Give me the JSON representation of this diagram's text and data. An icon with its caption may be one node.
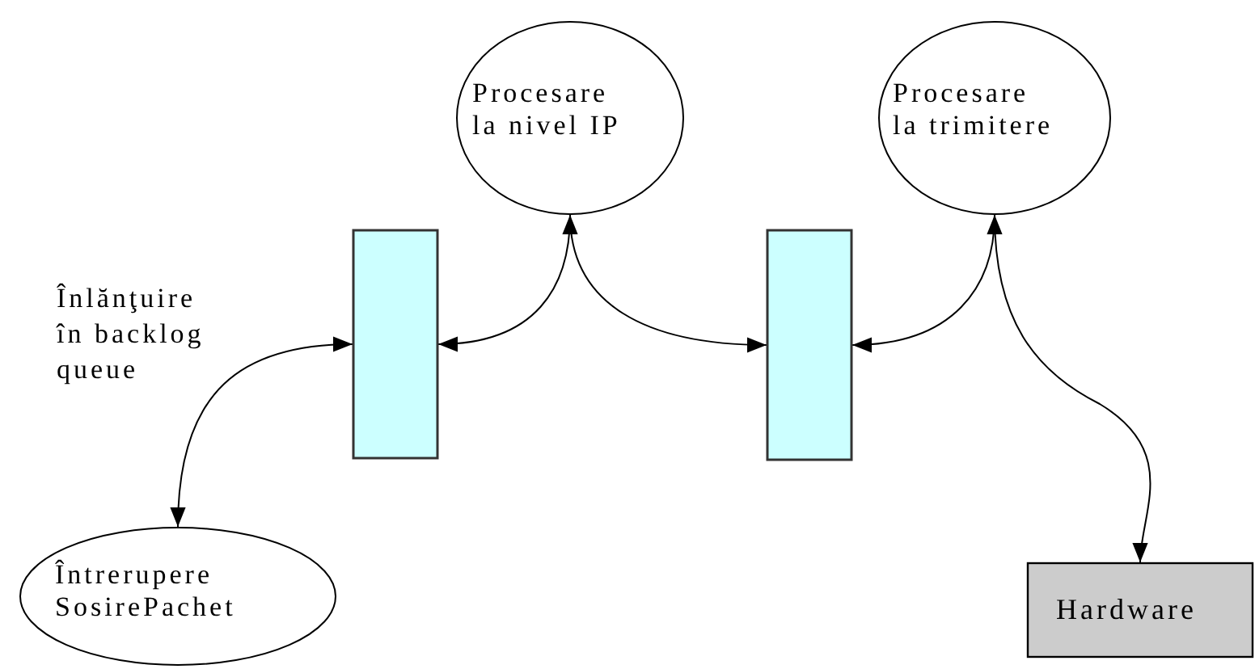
{
  "diagram": {
    "nodes": [
      {
        "text": [
          "Procesare la nivel IP"
        ]
      },
      {
        "text": [
          "Procesare la trimitere"
        ]
      },
      {
        "text": [],
        "shape": "box"
      },
      {
        "text": [],
        "shape": "box"
      },
      {
        "text": [
          "Întrerupere SosirePachet"
        ]
      },
      {
        "text": [
          "Hardware"
        ]
      }
    ],
    "edges": [
      {
        "from": 4,
        "to": 2,
        "arrow": "both",
        "label": "Înlănţuire în backlog queue"
      },
      {
        "from": 2,
        "to": 0,
        "arrow": "both"
      },
      {
        "from": 0,
        "to": 3,
        "arrow": "to"
      },
      {
        "from": 3,
        "to": 1,
        "arrow": "both"
      },
      {
        "from": 1,
        "to": 5,
        "arrow": "to"
      }
    ]
  }
}
